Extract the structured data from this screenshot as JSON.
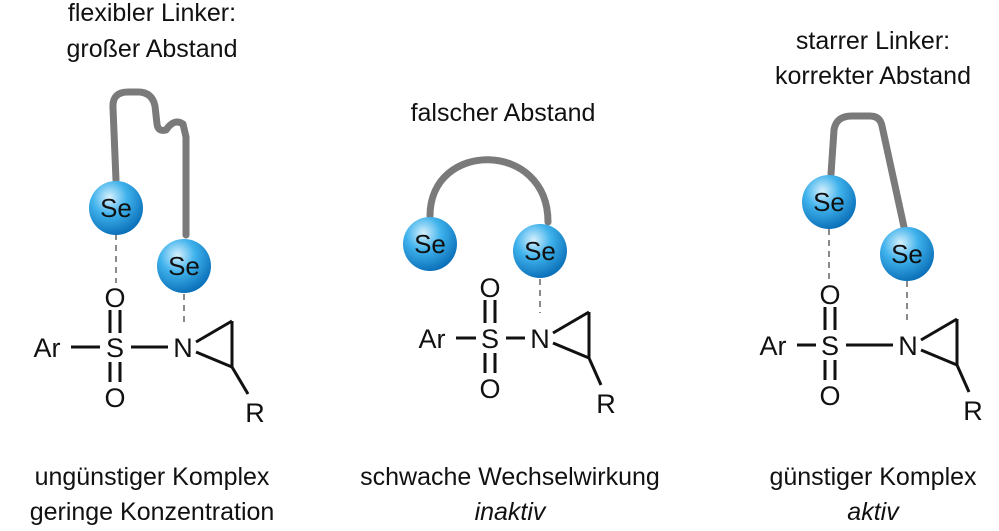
{
  "panels": [
    {
      "top_label": [
        "flexibler Linker:",
        "großer Abstand"
      ],
      "bottom_label": "ungünstiger Komplex",
      "bottom_sublabel": "geringe Konzentration",
      "sublabel_italic": false
    },
    {
      "top_label": [
        "falscher Abstand"
      ],
      "bottom_label": "schwache Wechselwirkung",
      "bottom_sublabel": "inaktiv",
      "sublabel_italic": true
    },
    {
      "top_label": [
        "starrer Linker:",
        "korrekter Abstand"
      ],
      "bottom_label": "günstiger Komplex",
      "bottom_sublabel": "aktiv",
      "sublabel_italic": true
    }
  ],
  "atoms": {
    "selenium": "Se",
    "aryl": "Ar",
    "sulfur": "S",
    "oxygen": "O",
    "nitrogen": "N",
    "substituent": "R"
  },
  "colors": {
    "sphere_light": "#d6f0fd",
    "sphere_mid": "#3fb2ec",
    "sphere_dark": "#0a6fb8",
    "linker": "#7a7a7a"
  }
}
